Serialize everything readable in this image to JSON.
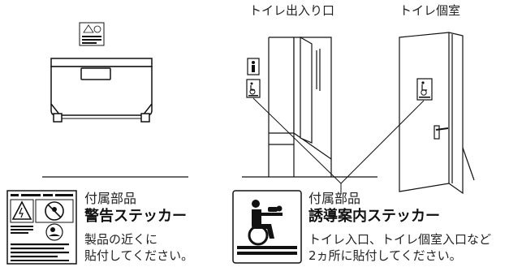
{
  "labels": {
    "restroom_entrance": "トイレ出入り口",
    "restroom_stall": "トイレ個室"
  },
  "parts": [
    {
      "category": "付属部品",
      "name": "警告ステッカー",
      "desc_line1": "製品の近くに",
      "desc_line2": "貼付してください。"
    },
    {
      "category": "付属部品",
      "name": "誘導案内ステッカー",
      "desc_line1": "トイレ入口、トイレ個室入口など",
      "desc_line2": "2ヵ所に貼付してください。"
    }
  ],
  "icons": [
    "warning-sticker-icon",
    "wheelchair-baby-care-icon",
    "restroom-person-icon"
  ]
}
